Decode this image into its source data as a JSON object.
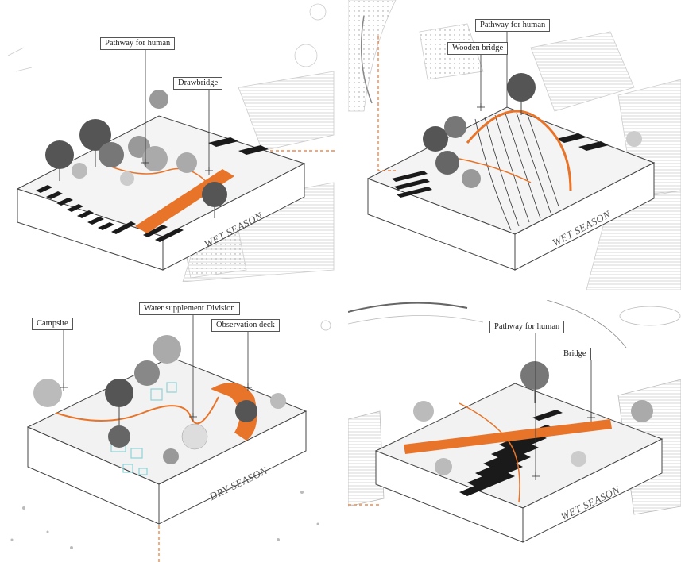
{
  "colors": {
    "accent": "#E8742A",
    "tree_dark": "#555555",
    "tree_light": "#A8A8A8",
    "water_teal": "#8ED3D6",
    "block_side": "#FFFFFF",
    "stroke": "#444444"
  },
  "panels": [
    {
      "season": "WET SEASON",
      "labels": [
        "Pathway for human",
        "Drawbridge"
      ]
    },
    {
      "season": "WET SEASON",
      "labels": [
        "Pathway for human",
        "Wooden bridge"
      ]
    },
    {
      "season": "DRY SEASON",
      "labels": [
        "Campsite",
        "Water supplement Division",
        "Observation deck"
      ]
    },
    {
      "season": "WET SEASON",
      "labels": [
        "Pathway for human",
        "Bridge"
      ]
    }
  ]
}
